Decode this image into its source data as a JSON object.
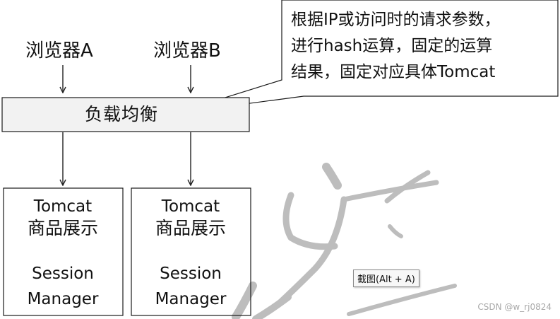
{
  "colors": {
    "line": "#222222",
    "box_border": "#1a1a1a",
    "lb_fill": "#f2f2f2",
    "watermark": "#bdbdbd"
  },
  "browsers": [
    "浏览器A",
    "浏览器B"
  ],
  "load_balancer": "负载均衡",
  "callout_text": "根据IP或访问时的请求参数，\n进行hash运算，固定的运算\n结果，固定对应具体Tomcat",
  "servers": [
    {
      "name": "Tomcat",
      "subtitle": "商品展示",
      "session_line1": "Session",
      "session_line2": "Manager"
    },
    {
      "name": "Tomcat",
      "subtitle": "商品展示",
      "session_line1": "Session",
      "session_line2": "Manager"
    }
  ],
  "tooltip": "截图(Alt + A)",
  "credit": "CSDN @w_rj0824"
}
